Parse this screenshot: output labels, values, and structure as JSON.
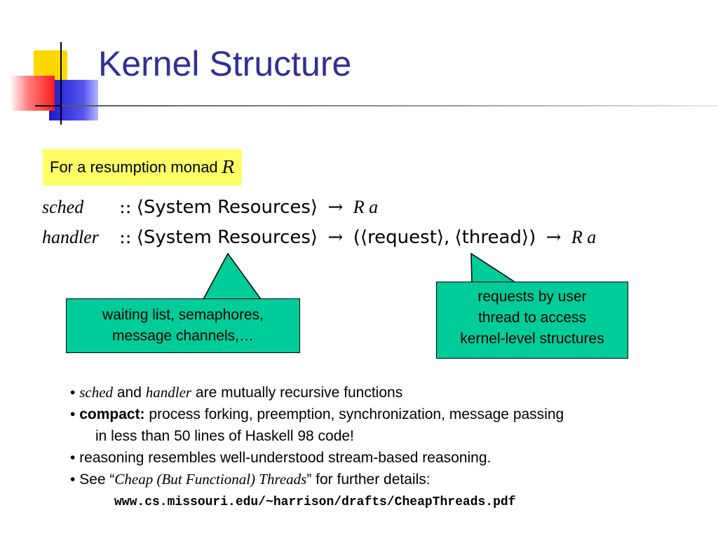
{
  "slide": {
    "title": "Kernel Structure",
    "colors": {
      "title": "#2e3192",
      "highlight": "#ffff66",
      "callout": "#00cc99"
    }
  },
  "box": {
    "text": "For a resumption monad",
    "var": "R"
  },
  "formulas": {
    "sched": {
      "name": "sched",
      "colons": "::",
      "type": "⟨System Resources⟩",
      "arrow": "→",
      "result": "R a"
    },
    "handler": {
      "name": "handler",
      "colons": "::",
      "type": "⟨System Resources⟩",
      "arrow": "→",
      "open": "(",
      "req": "⟨request⟩",
      "comma": ",",
      "thread": "⟨thread⟩",
      "close": ")",
      "arrow2": "→",
      "result": "R a"
    }
  },
  "callouts": {
    "left": {
      "line1": "waiting list, semaphores,",
      "line2": "message channels,…"
    },
    "right": {
      "line1": "requests by user",
      "line2": "thread to access",
      "line3": "kernel-level structures"
    }
  },
  "bullets": {
    "b1": {
      "mark": "•",
      "sched": "sched",
      "and": " and ",
      "handler": "handler",
      "rest": " are mutually recursive functions"
    },
    "b2": {
      "mark": "•",
      "bold": "compact:",
      "rest": " process forking, preemption, synchronization, message passing",
      "cont": "in less than 50 lines of Haskell 98 code!"
    },
    "b3": {
      "mark": "•",
      "text": " reasoning resembles well-understood stream-based reasoning."
    },
    "b4": {
      "mark": "•",
      "pre": " See “",
      "ital": "Cheap (But Functional) Threads",
      "post": "” for further details:"
    }
  },
  "url": "www.cs.missouri.edu/~harrison/drafts/CheapThreads.pdf"
}
